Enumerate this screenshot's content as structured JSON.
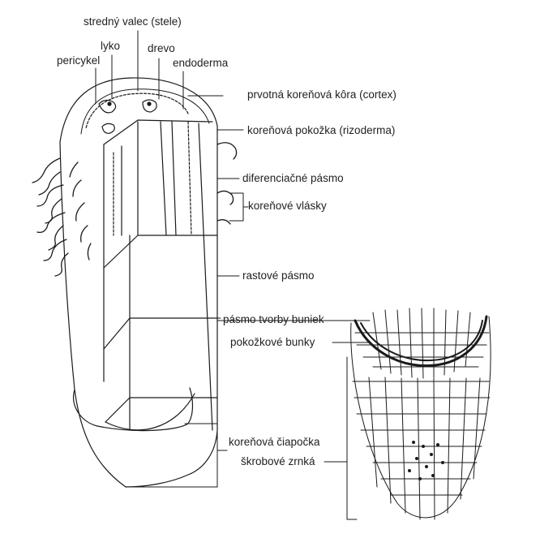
{
  "labels": {
    "stele": "stredný valec (stele)",
    "phloem": "lyko",
    "pericycle": "pericykel",
    "xylem": "drevo",
    "endodermis": "endoderma",
    "cortex": "prvotná koreňová kôra (cortex)",
    "rhizodermis": "koreňová pokožka (rizoderma)",
    "differentiation_zone": "diferenciačné pásmo",
    "root_hairs": "koreňové vlásky",
    "elongation_zone": "rastové pásmo",
    "meristem_zone": "pásmo tvorby buniek",
    "epidermal_cells": "pokožkové bunky",
    "root_cap": "koreňová čiapočka",
    "starch_grains": "škrobové zrnká"
  },
  "colors": {
    "ink": "#1a1a1a",
    "label": "#222222"
  }
}
